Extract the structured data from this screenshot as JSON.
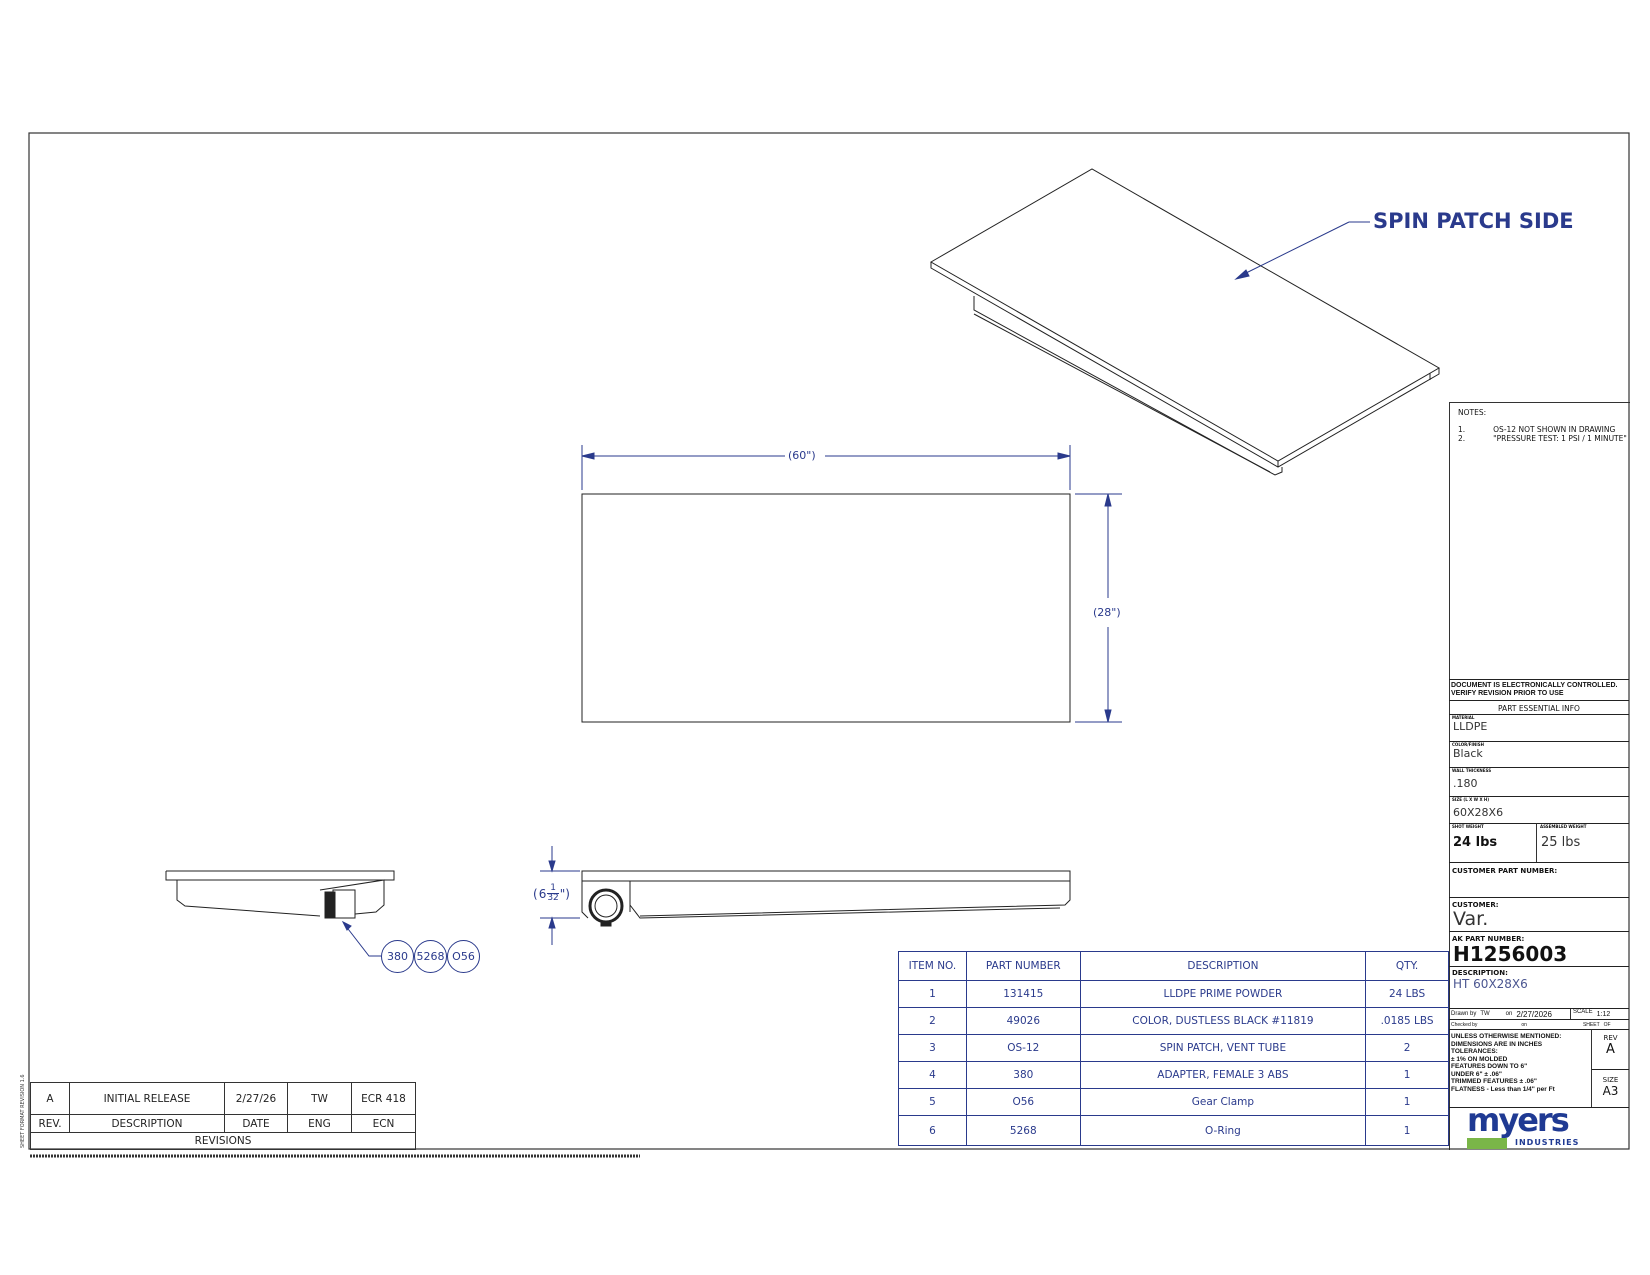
{
  "callout": "SPIN PATCH SIDE",
  "dimensions": {
    "width": "(60\")",
    "height": "(28\")",
    "depth_whole": "6",
    "depth_num": "1",
    "depth_den": "32"
  },
  "balloons": [
    "380",
    "5268",
    "O56"
  ],
  "notes": {
    "title": "NOTES:",
    "items": [
      {
        "num": "1.",
        "text": "OS-12 NOT SHOWN IN DRAWING"
      },
      {
        "num": "2.",
        "text": "\"PRESSURE TEST: 1 PSI / 1 MINUTE\""
      }
    ]
  },
  "title_block": {
    "doc_control": "DOCUMENT IS ELECTRONICALLY CONTROLLED. VERIFY REVISION PRIOR TO USE",
    "essential": "PART ESSENTIAL INFO",
    "material_label": "MATERIAL",
    "material": "LLDPE",
    "color_label": "COLOR/FINISH",
    "color": "Black",
    "wall_label": "WALL THICKNESS",
    "wall": ".180",
    "size_label": "SIZE (L X W X H)",
    "size": "60X28X6",
    "shot_label": "SHOT WEIGHT",
    "shot": "24 lbs",
    "assembled_label": "ASSEMBLED WEIGHT",
    "assembled": "25 lbs",
    "cust_part_label": "CUSTOMER PART NUMBER:",
    "customer_label": "CUSTOMER:",
    "customer": "Var.",
    "ak_label": "AK PART NUMBER:",
    "ak": "H1256003",
    "desc_label": "DESCRIPTION:",
    "desc": "HT 60X28X6",
    "drawn_label": "Drawn by",
    "drawn": "TW",
    "on_label": "on",
    "drawn_date": "2/27/2026",
    "scale_label": "SCALE",
    "scale": "1:12",
    "checked_label": "Checked by",
    "checked_on": "on",
    "sheet_label": "SHEET",
    "sheet": "OF",
    "tolerances": [
      "UNLESS OTHERWISE MENTIONED:",
      "DIMENSIONS ARE IN INCHES",
      "TOLERANCES:",
      "± 1% ON MOLDED",
      "FEATURES DOWN TO 6\"",
      "UNDER 6\" ± .06\"",
      "TRIMMED FEATURES ± .06\"",
      "FLATNESS - Less than 1/4\" per Ft"
    ],
    "rev_label": "REV",
    "rev": "A",
    "size_sheet_label": "SIZE",
    "size_sheet": "A3",
    "logo": "myers",
    "logo_sub": "INDUSTRIES",
    "colors": {
      "logo_blue": "#1f3a93",
      "logo_green": "#7ab648"
    }
  },
  "bom": {
    "headers": [
      "ITEM NO.",
      "PART NUMBER",
      "DESCRIPTION",
      "QTY."
    ],
    "rows": [
      [
        "1",
        "131415",
        "LLDPE PRIME POWDER",
        "24 LBS"
      ],
      [
        "2",
        "49026",
        "COLOR, DUSTLESS BLACK #11819",
        ".0185 LBS"
      ],
      [
        "3",
        "OS-12",
        "SPIN PATCH, VENT TUBE",
        "2"
      ],
      [
        "4",
        "380",
        "ADAPTER, FEMALE 3  ABS",
        "1"
      ],
      [
        "5",
        "O56",
        "Gear Clamp",
        "1"
      ],
      [
        "6",
        "5268",
        "O-Ring",
        "1"
      ]
    ]
  },
  "revisions": {
    "row": [
      "A",
      "INITIAL RELEASE",
      "2/27/26",
      "TW",
      "ECR 418"
    ],
    "headers": [
      "REV.",
      "DESCRIPTION",
      "DATE",
      "ENG",
      "ECN"
    ],
    "title": "REVISIONS"
  },
  "accent_color": "#2a3a8c"
}
